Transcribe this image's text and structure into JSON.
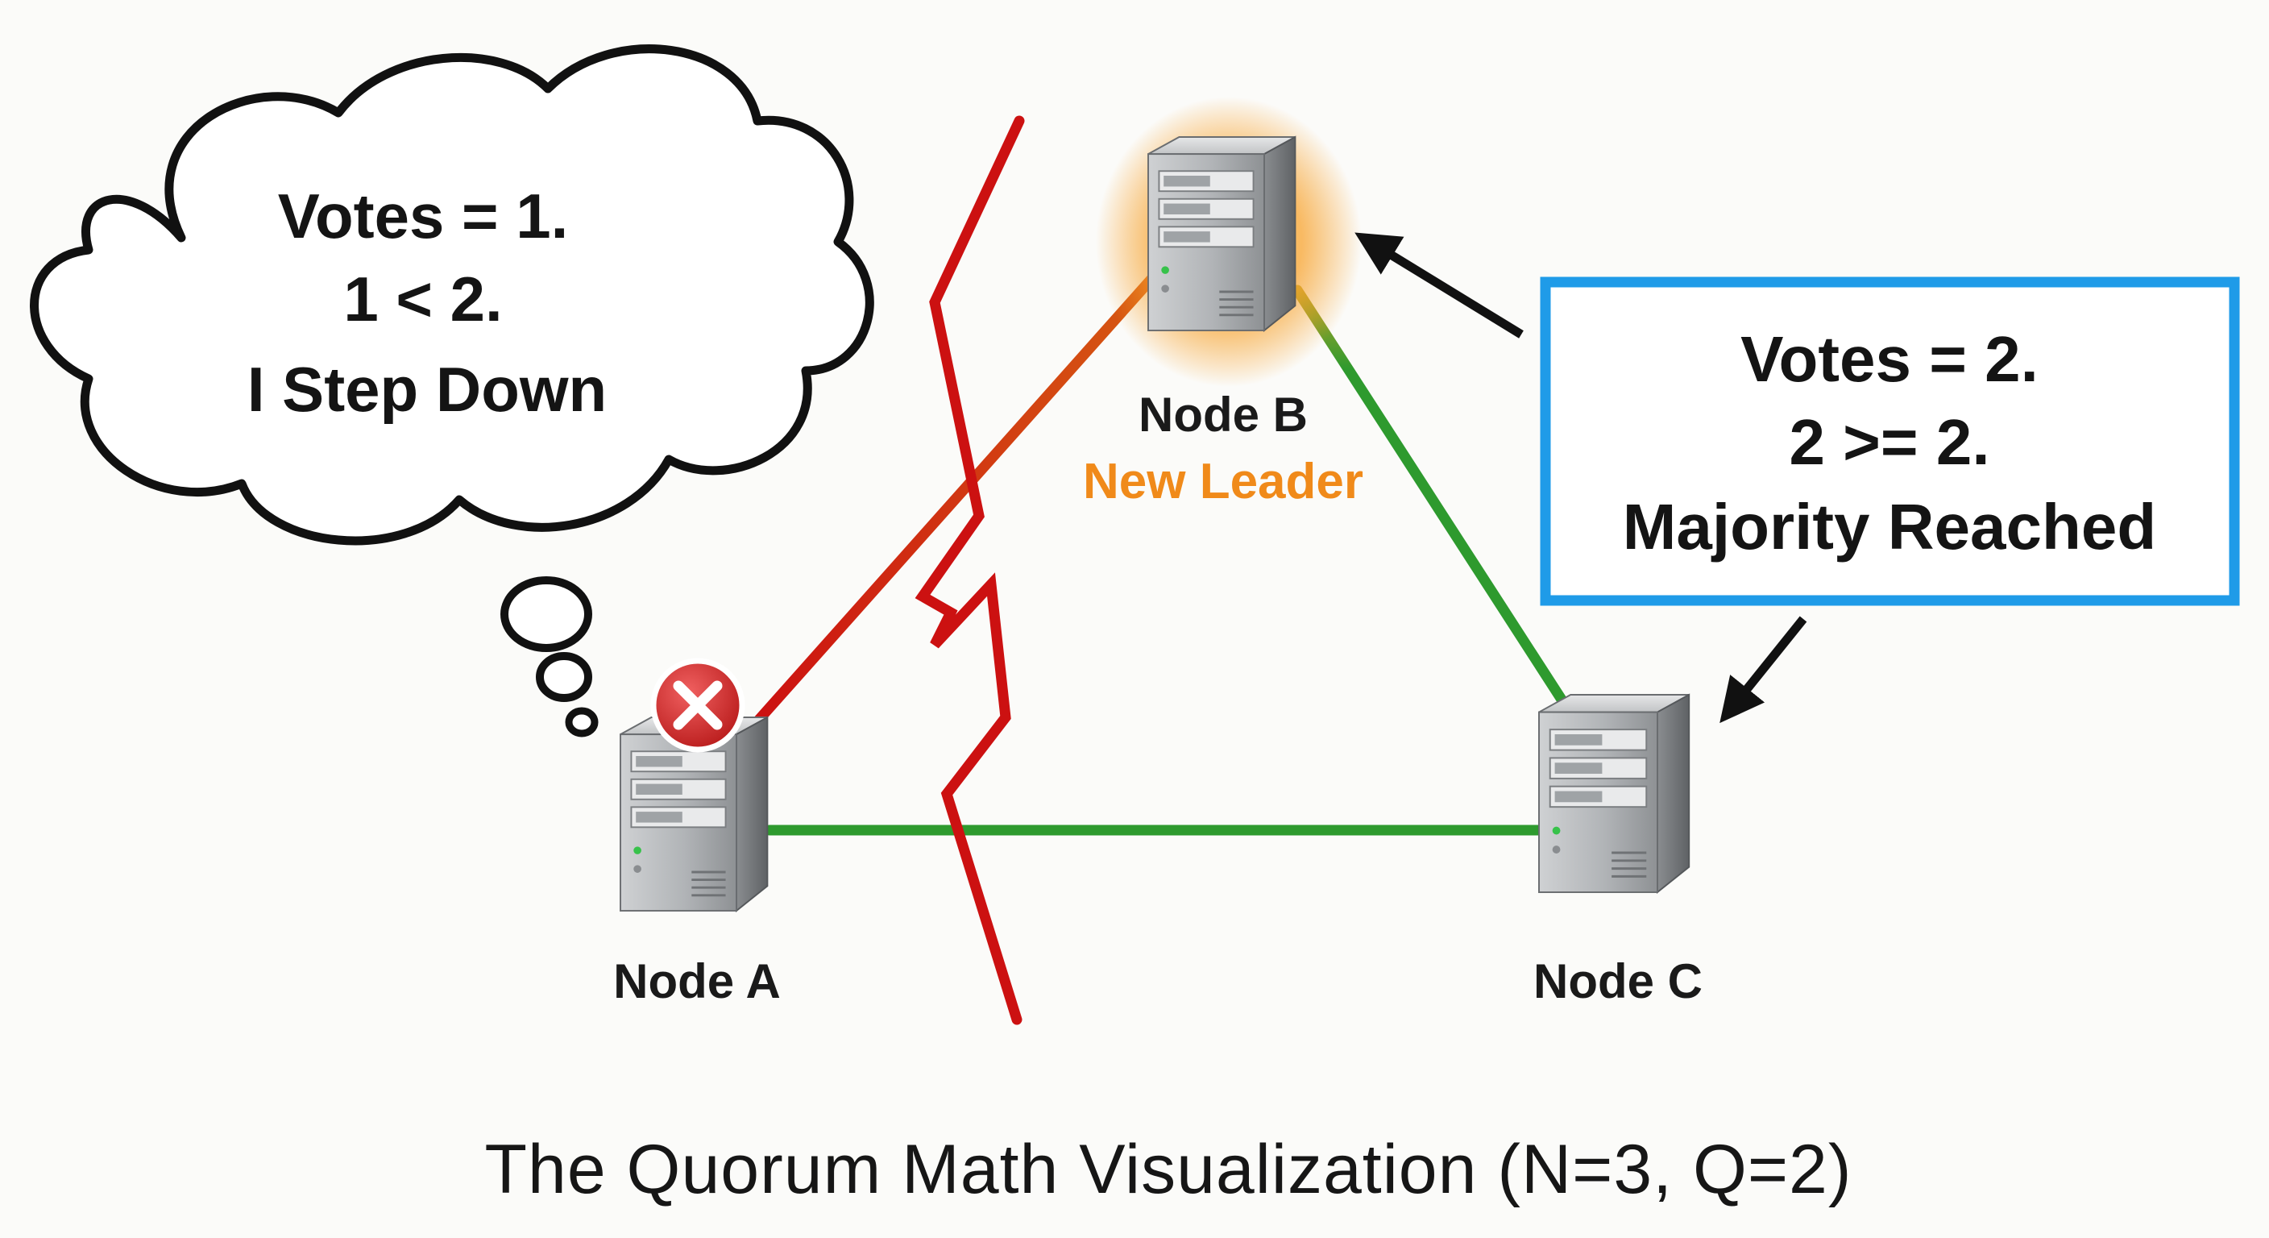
{
  "title": "The Quorum Math Visualization (N=3, Q=2)",
  "nodes": {
    "a": {
      "label": "Node A",
      "status": "failed"
    },
    "b": {
      "label": "Node B",
      "role": "New Leader"
    },
    "c": {
      "label": "Node C"
    }
  },
  "thought_bubble": {
    "lines": [
      "Votes = 1.",
      "1 < 2.",
      "I Step Down"
    ]
  },
  "callout_box": {
    "lines": [
      "Votes = 2.",
      "2 >= 2.",
      "Majority Reached"
    ]
  },
  "links": [
    {
      "from": "A",
      "to": "B",
      "state": "partitioned"
    },
    {
      "from": "A",
      "to": "C",
      "state": "connected"
    },
    {
      "from": "B",
      "to": "C",
      "state": "connected"
    }
  ],
  "colors": {
    "link_ok": "#2e9a2e",
    "link_broken": "#cc1111",
    "leader_glow": "#f59a1c",
    "callout_border": "#1f9be8",
    "error_badge": "#d42a2a"
  },
  "icons": [
    "server-icon",
    "error-x-icon",
    "arrow-icon",
    "partition-bolt-icon"
  ]
}
